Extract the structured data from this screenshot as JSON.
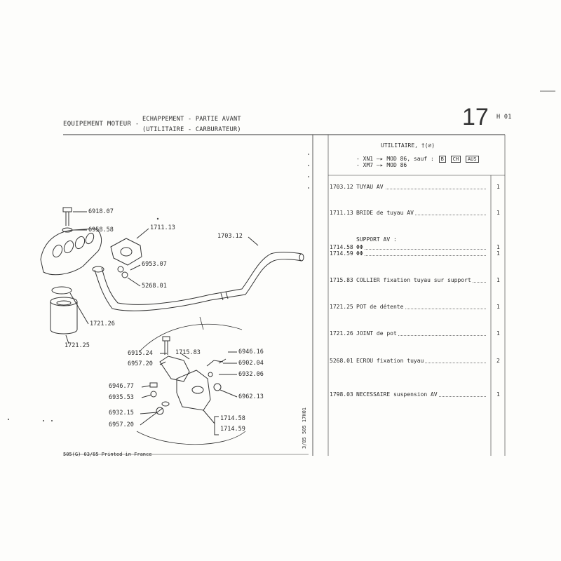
{
  "header": {
    "title": "EQUIPEMENT MOTEUR -",
    "subtitle_line1": "ECHAPPEMENT - PARTIE AVANT",
    "subtitle_line2": "(UTILITAIRE - CARBURATEUR)",
    "section_number": "17",
    "section_code": "H 01"
  },
  "applicability": {
    "line1": "UTILITAIRE, †(∅)",
    "line2_prefix": "- XN1 —▸ MOD 86, sauf :",
    "line2_boxes": [
      "B",
      "CH",
      "AUS"
    ],
    "line3": "- XM7 —▸ MOD 86"
  },
  "parts": [
    {
      "ref": "1703.12",
      "desc": "TUYAU AV",
      "qty": "1"
    },
    {
      "ref": "1711.13",
      "desc": "BRIDE de tuyau AV",
      "qty": "1"
    },
    {
      "ref": "",
      "desc": "SUPPORT AV :",
      "qty": ""
    },
    {
      "ref": "1714.58",
      "desc": "ΦΦ",
      "qty": "1"
    },
    {
      "ref": "1714.59",
      "desc": "ΦΦ",
      "qty": "1"
    },
    {
      "ref": "1715.83",
      "desc": "COLLIER fixation tuyau sur support",
      "qty": "1"
    },
    {
      "ref": "1721.25",
      "desc": "POT de détente",
      "qty": "1"
    },
    {
      "ref": "1721.26",
      "desc": "JOINT de pot",
      "qty": "1"
    },
    {
      "ref": "5268.01",
      "desc": "ECROU fixation tuyau",
      "qty": "2"
    },
    {
      "ref": "1798.03",
      "desc": "NECESSAIRE suspension AV",
      "qty": "1"
    }
  ],
  "diagram_labels": {
    "l6918": "6918.07",
    "l6958": "6958.58",
    "l1711": "1711.13",
    "l1703": "1703.12",
    "l6953": "6953.07",
    "l5268": "5268.01",
    "l1721_26": "1721.26",
    "l1721_25": "1721.25",
    "l6915": "6915.24",
    "l1715": "1715.83",
    "l6957a": "6957.20",
    "l6946_16": "6946.16",
    "l6902": "6902.04",
    "l6932_06": "6932.06",
    "l6946_77": "6946.77",
    "l6935": "6935.53",
    "l6962": "6962.13",
    "l6932_15": "6932.15",
    "l1714_58": "1714.58",
    "l6957b": "6957.20",
    "l1714_59": "1714.59"
  },
  "footer": {
    "printed": "505(G) 03/85 Printed in France",
    "vertical_code": "3/85 505 17H01"
  }
}
